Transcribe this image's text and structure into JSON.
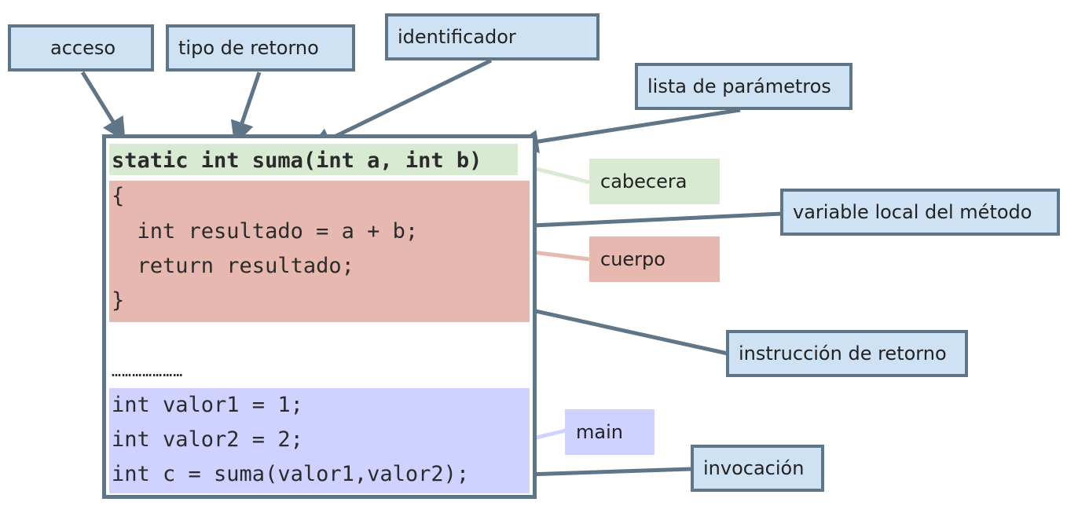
{
  "callouts": {
    "acceso": "acceso",
    "tipo_retorno": "tipo de retorno",
    "identificador": "identificador",
    "lista_parametros": "lista de parámetros",
    "variable_local": "variable local del método",
    "instruccion_retorno": "instrucción de retorno",
    "invocacion": "invocación"
  },
  "tags": {
    "cabecera": "cabecera",
    "cuerpo": "cuerpo",
    "main": "main"
  },
  "code": {
    "header_line": "static int suma(int a, int b)",
    "open_brace": "{",
    "body_line1": "  int resultado = a + b;",
    "body_line2": "  return resultado;",
    "close_brace": "}",
    "ellipsis": "…………………",
    "main_line1": "int valor1 = 1;",
    "main_line2": "int valor2 = 2;",
    "main_line3": "int c = suma(valor1,valor2);"
  },
  "colors": {
    "callout_fill": "#cfe2f3",
    "callout_border": "#5f7688",
    "header_fill": "#d9ead3",
    "body_fill": "#e6b8af",
    "main_fill": "#cfd2ff"
  }
}
